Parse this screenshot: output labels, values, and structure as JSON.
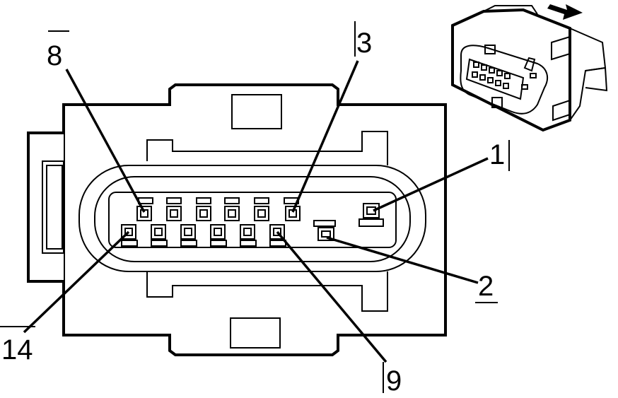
{
  "pin_labels": {
    "pin_1": "1",
    "pin_2": "2",
    "pin_3": "3",
    "pin_8": "8",
    "pin_9": "9",
    "pin_14": "14"
  },
  "connector": {
    "total_pins": 14,
    "upper_row_pins": 7,
    "lower_row_pins": 7,
    "mating_direction_icon": "arrow-right-icon"
  }
}
